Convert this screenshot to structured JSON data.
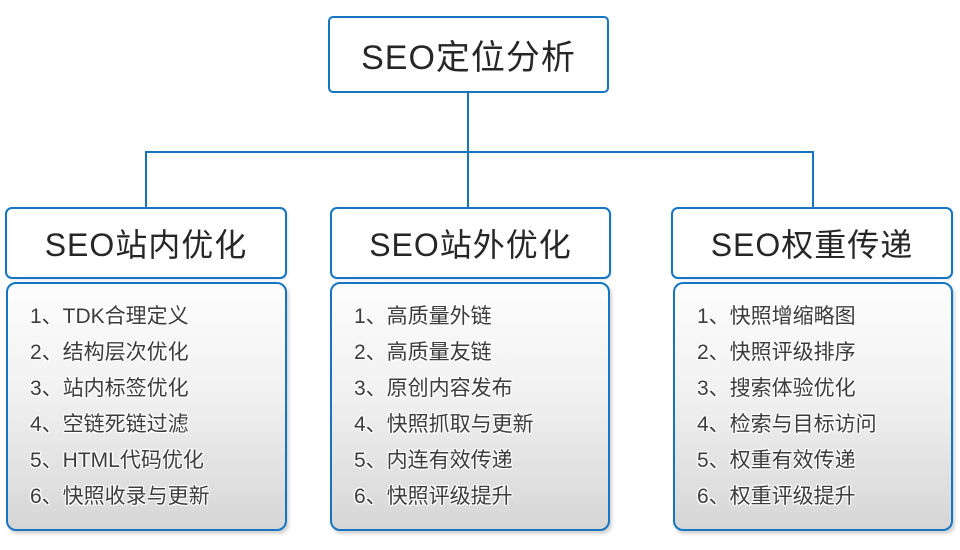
{
  "root": {
    "label": "SEO定位分析"
  },
  "columns": [
    {
      "header": "SEO站内优化",
      "items": [
        "1、TDK合理定义",
        "2、结构层次优化",
        "3、站内标签优化",
        "4、空链死链过滤",
        "5、HTML代码优化",
        "6、快照收录与更新"
      ]
    },
    {
      "header": "SEO站外优化",
      "items": [
        "1、高质量外链",
        "2、高质量友链",
        "3、原创内容发布",
        "4、快照抓取与更新",
        "5、内连有效传递",
        "6、快照评级提升"
      ]
    },
    {
      "header": "SEO权重传递",
      "items": [
        "1、快照增缩略图",
        "2、快照评级排序",
        "3、搜索体验优化",
        "4、检索与目标访问",
        "5、权重有效传递",
        "6、权重评级提升"
      ]
    }
  ],
  "colors": {
    "line_blue": "#1575c0"
  }
}
